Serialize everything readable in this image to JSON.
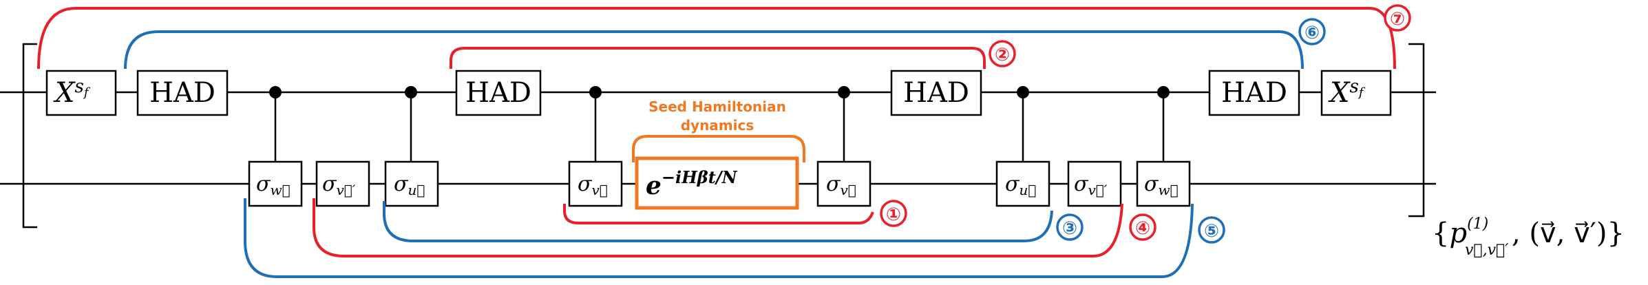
{
  "diagram": {
    "had_label": "HAD",
    "x_gate": {
      "base": "X",
      "exponent": "s",
      "exponent_sub": "f"
    },
    "sigma_symbol": "σ",
    "sigma_subscripts": {
      "w": "w⃗",
      "v_prime": "v⃗′",
      "u": "u⃗",
      "v": "v⃗"
    },
    "evolution_gate": {
      "base": "e",
      "exponent": "−iHβt/N"
    },
    "seed_label": {
      "line1": "Seed Hamiltonian",
      "line2": "dynamics"
    },
    "step_numbers": [
      "①",
      "②",
      "③",
      "④",
      "⑤",
      "⑥",
      "⑦"
    ],
    "outer_label": {
      "open": "{",
      "p": "p",
      "p_superscript": "(1)",
      "p_subscript": "v⃗,v⃗′",
      "tail": ", (v⃗, v⃗′)}"
    },
    "colors": {
      "red": "#E8202A",
      "blue": "#1E6FB8",
      "orange": "#F07820",
      "wire": "#000000"
    }
  }
}
